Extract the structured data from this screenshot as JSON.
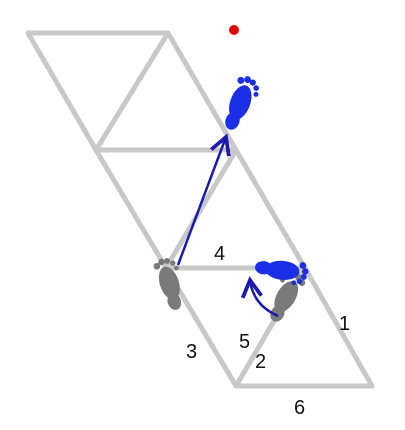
{
  "diagram": {
    "edge_labels": [
      "1",
      "2",
      "3",
      "4",
      "5",
      "6"
    ],
    "colors": {
      "grid": "#c8c8c8",
      "old_foot": "#7a7a7a",
      "new_foot": "#1a2fe6",
      "arrow": "#1a1ab0",
      "target_dot": "#e00000"
    },
    "icons": {
      "old_left_foot": "gray-footprint-icon",
      "old_right_foot": "gray-footprint-icon",
      "new_upper_foot": "blue-footprint-icon",
      "new_right_foot": "blue-footprint-icon",
      "target": "red-dot"
    }
  }
}
